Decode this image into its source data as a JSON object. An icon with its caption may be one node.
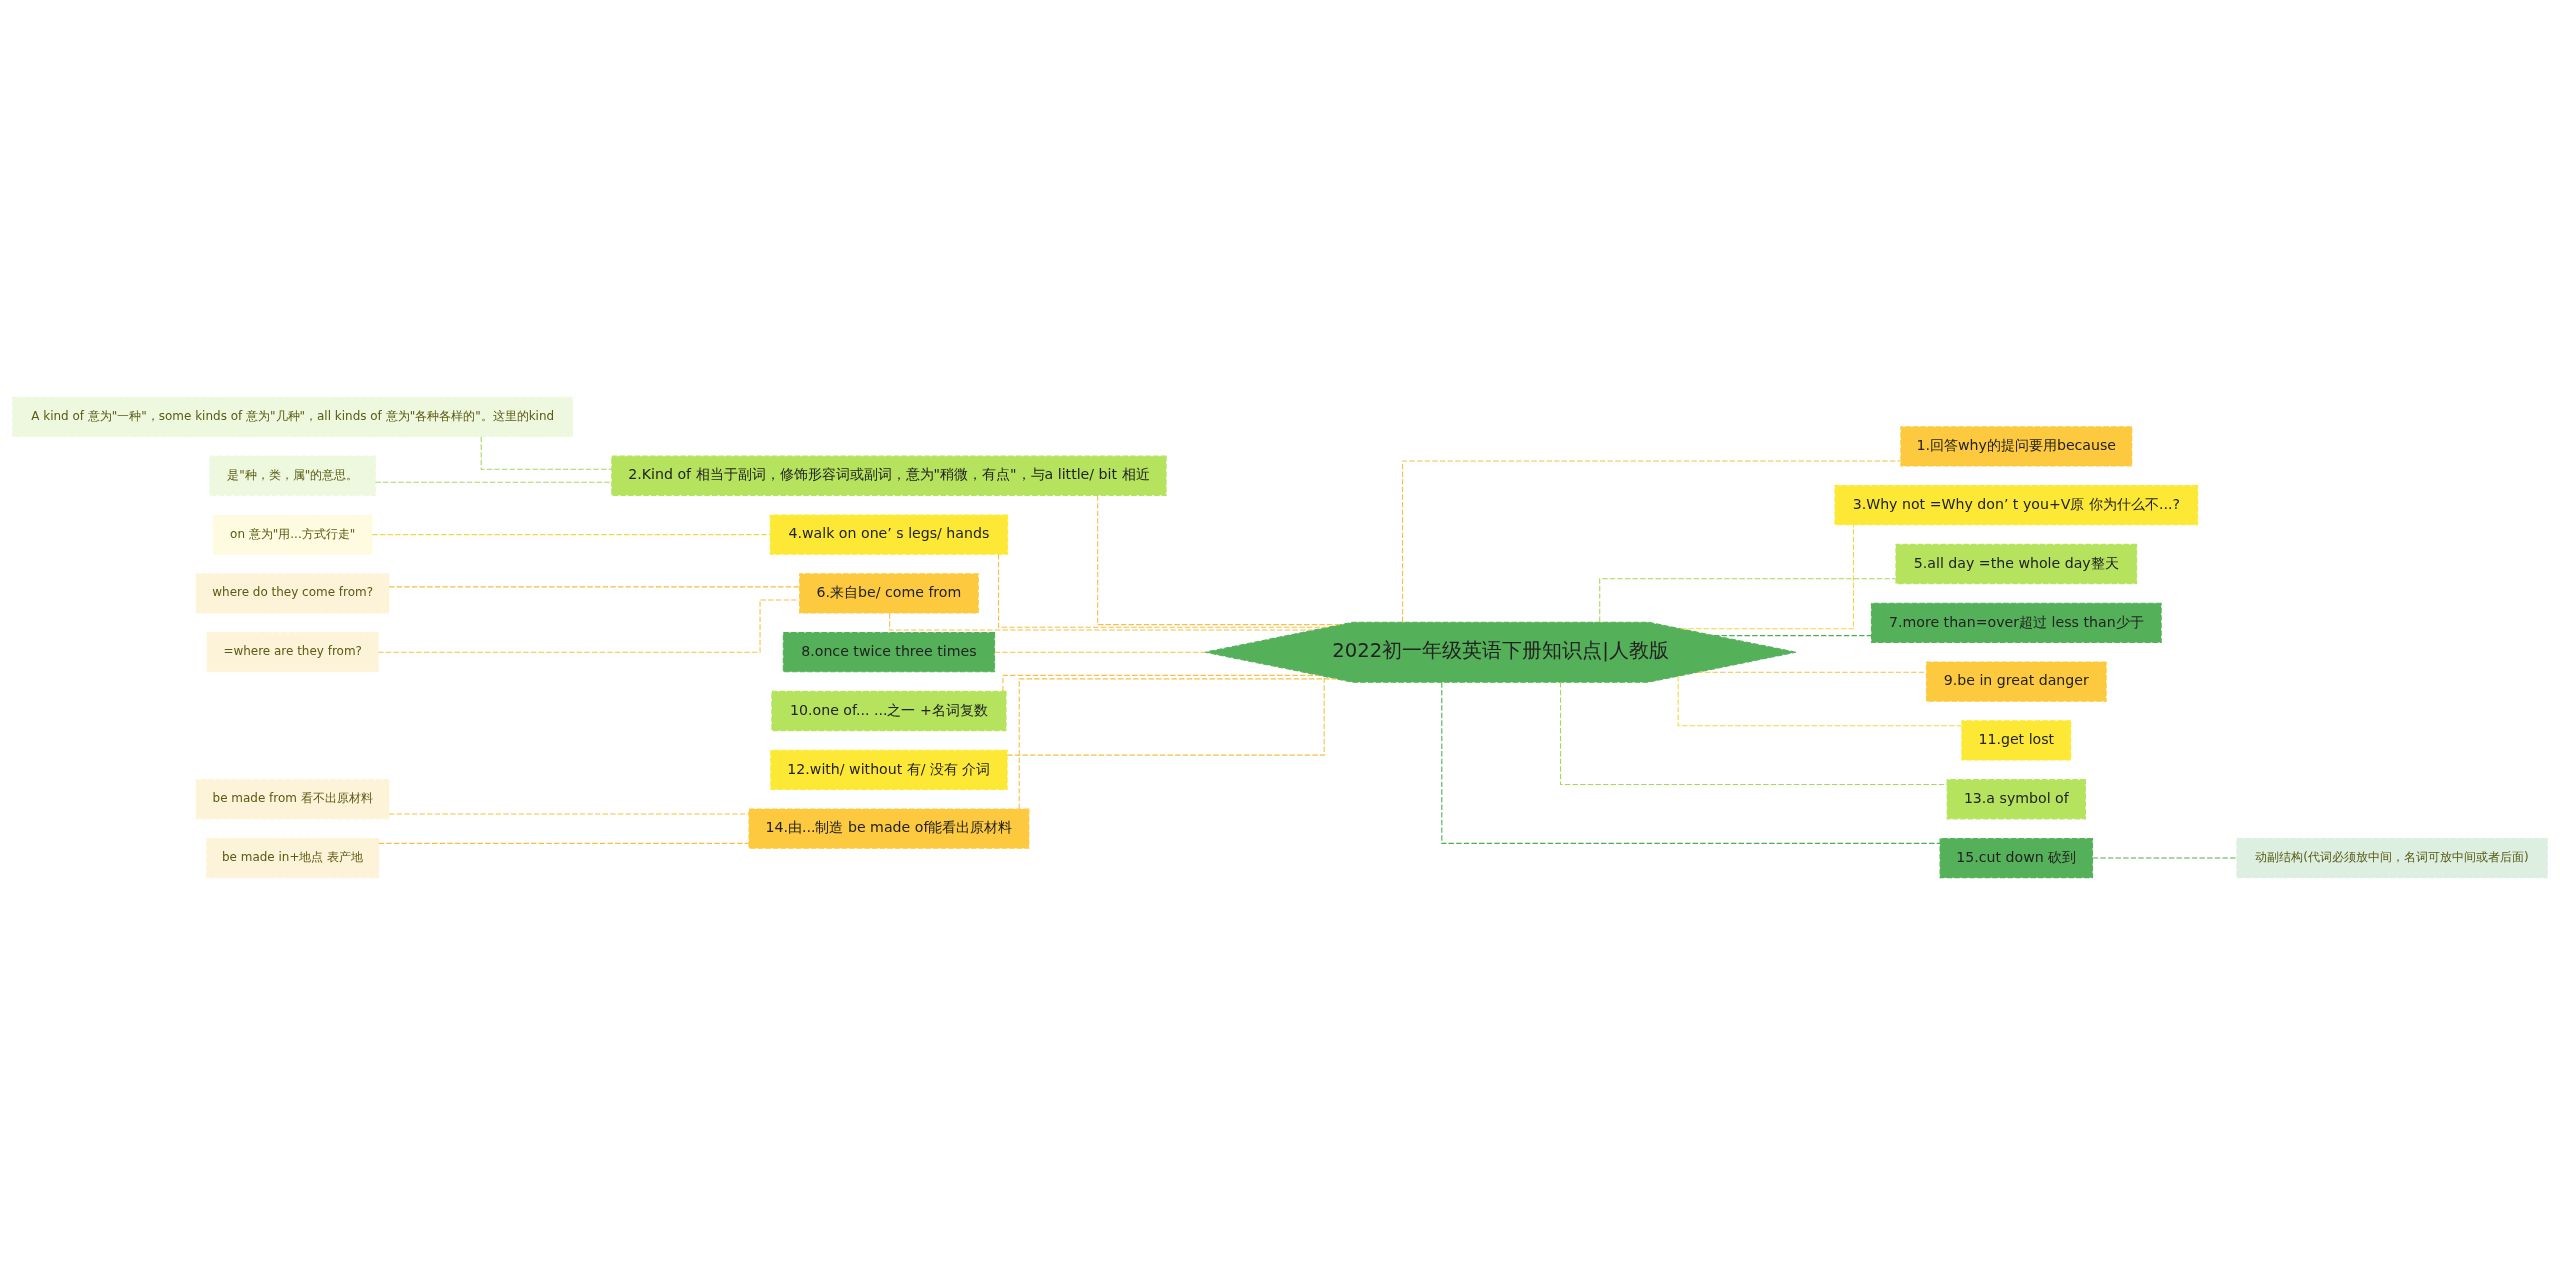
{
  "diagram": {
    "nodes": [
      {
        "text": [
          "2022初一年级英语下册知识点|人教版"
        ]
      },
      {
        "text": [
          "2.Kind of 相当于副词，修饰形容词或副词，意为\"稍微，有点\"，与a little/ bit 相近"
        ]
      },
      {
        "text": [
          "A kind of 意为\"一种\"，some kinds of 意为\"几种\"，all kinds of 意为\"各种各样的\"。这里的kind"
        ]
      },
      {
        "text": [
          "是\"种，类，属\"的意思。"
        ]
      },
      {
        "text": [
          "4.walk on one’ s legs/ hands"
        ]
      },
      {
        "text": [
          "on 意为\"用...方式行走\""
        ]
      },
      {
        "text": [
          "6.来自be/ come from"
        ]
      },
      {
        "text": [
          "where do they come from?"
        ]
      },
      {
        "text": [
          "=where are they from?"
        ]
      },
      {
        "text": [
          "8.once twice three times"
        ]
      },
      {
        "text": [
          "10.one of... ...之一 +名词复数"
        ]
      },
      {
        "text": [
          "12.with/ without 有/ 没有 介词"
        ]
      },
      {
        "text": [
          "14.由...制造 be made of能看出原材料"
        ]
      },
      {
        "text": [
          "be made from 看不出原材料"
        ]
      },
      {
        "text": [
          "be made in+地点 表产地"
        ]
      },
      {
        "text": [
          "1.回答why的提问要用because"
        ]
      },
      {
        "text": [
          "3.Why not =Why don’ t you+V原 你为什么不...?"
        ]
      },
      {
        "text": [
          "5.all day =the whole day整天"
        ]
      },
      {
        "text": [
          "7.more than=over超过 less than少于"
        ]
      },
      {
        "text": [
          "9.be in great danger"
        ]
      },
      {
        "text": [
          "11.get lost"
        ]
      },
      {
        "text": [
          "13.a symbol of"
        ]
      },
      {
        "text": [
          "15.cut down 砍到"
        ]
      },
      {
        "text": [
          "动副结构(代词必须放中间，名词可放中间或者后面)"
        ]
      }
    ],
    "edges": [
      {
        "from": 0,
        "to": 1,
        "arrow": "none",
        "style": "dashed",
        "color": "#f5c045"
      },
      {
        "from": 1,
        "to": 2,
        "arrow": "none",
        "style": "dashed",
        "color": "#a6d65a"
      },
      {
        "from": 1,
        "to": 3,
        "arrow": "none",
        "style": "dashed",
        "color": "#a6d65a"
      },
      {
        "from": 0,
        "to": 4,
        "arrow": "none",
        "style": "dashed",
        "color": "#f5c045"
      },
      {
        "from": 4,
        "to": 5,
        "arrow": "none",
        "style": "dashed",
        "color": "#f2d83a"
      },
      {
        "from": 0,
        "to": 6,
        "arrow": "none",
        "style": "dashed",
        "color": "#f5c045"
      },
      {
        "from": 6,
        "to": 7,
        "arrow": "none",
        "style": "dashed",
        "color": "#f5c045"
      },
      {
        "from": 6,
        "to": 8,
        "arrow": "none",
        "style": "dashed",
        "color": "#f5c045"
      },
      {
        "from": 0,
        "to": 9,
        "arrow": "none",
        "style": "dashed",
        "color": "#f5c045"
      },
      {
        "from": 0,
        "to": 10,
        "arrow": "none",
        "style": "dashed",
        "color": "#f5c045"
      },
      {
        "from": 0,
        "to": 11,
        "arrow": "none",
        "style": "dashed",
        "color": "#f5c045"
      },
      {
        "from": 0,
        "to": 12,
        "arrow": "none",
        "style": "dashed",
        "color": "#f5c045"
      },
      {
        "from": 12,
        "to": 13,
        "arrow": "none",
        "style": "dashed",
        "color": "#f5c045"
      },
      {
        "from": 12,
        "to": 14,
        "arrow": "none",
        "style": "dashed",
        "color": "#f5c045"
      },
      {
        "from": 0,
        "to": 15,
        "arrow": "none",
        "style": "dashed",
        "color": "#f5c045"
      },
      {
        "from": 0,
        "to": 16,
        "arrow": "none",
        "style": "dashed",
        "color": "#f2d83a"
      },
      {
        "from": 0,
        "to": 17,
        "arrow": "none",
        "style": "dashed",
        "color": "#a6d65a"
      },
      {
        "from": 0,
        "to": 18,
        "arrow": "none",
        "style": "dashed",
        "color": "#4caf50"
      },
      {
        "from": 0,
        "to": 19,
        "arrow": "none",
        "style": "dashed",
        "color": "#f5c045"
      },
      {
        "from": 0,
        "to": 20,
        "arrow": "none",
        "style": "dashed",
        "color": "#f2d83a"
      },
      {
        "from": 0,
        "to": 21,
        "arrow": "none",
        "style": "dashed",
        "color": "#a6d65a"
      },
      {
        "from": 0,
        "to": 22,
        "arrow": "none",
        "style": "dashed",
        "color": "#4caf50"
      },
      {
        "from": 22,
        "to": 23,
        "arrow": "none",
        "style": "dashed",
        "color": "#4caf50"
      }
    ]
  }
}
